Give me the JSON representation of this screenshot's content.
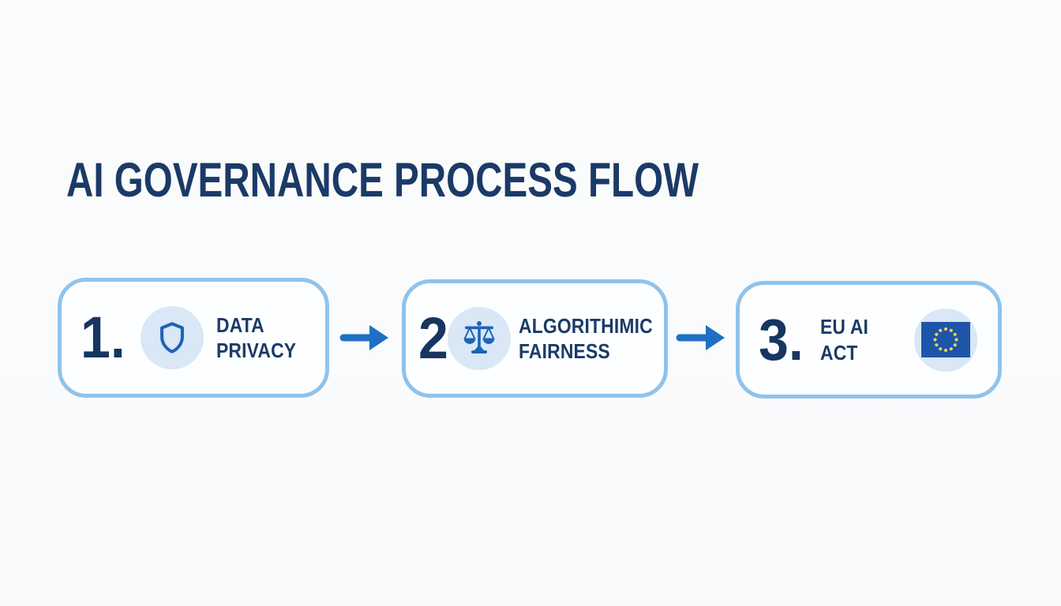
{
  "title": "AI GOVERNANCE PROCESS FLOW",
  "steps": [
    {
      "number": "1.",
      "label": "DATA\nPRIVACY",
      "icon": "shield-icon"
    },
    {
      "number": "2",
      "label": "ALGORITHIMIC\nFAIRNESS",
      "icon": "scales-icon"
    },
    {
      "number": "3.",
      "label": "EU AI\nACT",
      "icon": "eu-flag-icon"
    }
  ],
  "colors": {
    "title_text": "#1b3a67",
    "step_number": "#16365f",
    "card_border": "#8fc3ec",
    "card_background": "#fdfeff",
    "icon_circle_background": "#d9e7f6",
    "icon_blue": "#1d64b8",
    "arrow_blue": "#1f6fc4",
    "eu_flag_blue": "#1f55a8",
    "eu_star_yellow": "#e8d25e",
    "page_background": "#fafbfc"
  }
}
